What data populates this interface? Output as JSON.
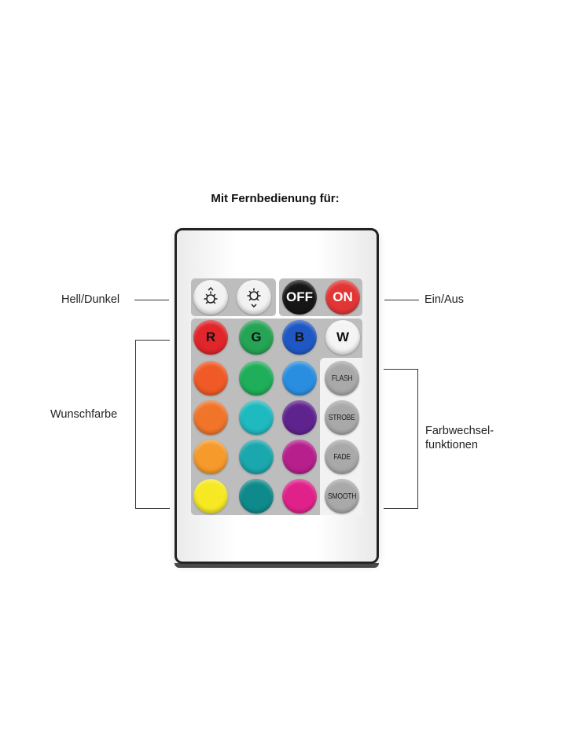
{
  "title": "Mit Fernbedienung für:",
  "callouts": {
    "brightness": "Hell/Dunkel",
    "power": "Ein/Aus",
    "color": "Wunschfarbe",
    "effects_line1": "Farbwechsel-",
    "effects_line2": "funktionen"
  },
  "top_row": [
    {
      "label": "",
      "icon": "brightness-up-icon",
      "color": "#f2f2f2"
    },
    {
      "label": "",
      "icon": "brightness-down-icon",
      "color": "#f2f2f2"
    },
    {
      "label": "OFF",
      "color": "#161616",
      "text_color": "#ffffff"
    },
    {
      "label": "ON",
      "color": "#e23636",
      "text_color": "#ffffff"
    }
  ],
  "rgbw_row": [
    {
      "label": "R",
      "color": "#e0262a"
    },
    {
      "label": "G",
      "color": "#25a455"
    },
    {
      "label": "B",
      "color": "#1f58c4"
    },
    {
      "label": "W",
      "color": "#f4f4f4"
    }
  ],
  "color_grid": [
    [
      "#ef5a26",
      "#1fae59",
      "#2a8ee0"
    ],
    [
      "#f0752a",
      "#1fb9c0",
      "#5f238f"
    ],
    [
      "#f59a2b",
      "#1aa7ad",
      "#b61f8c"
    ],
    [
      "#f6e924",
      "#0f8a8c",
      "#e0218a"
    ]
  ],
  "effect_buttons": [
    {
      "label": "FLASH",
      "color": "#a9a9a9"
    },
    {
      "label": "STROBE",
      "color": "#a9a9a9"
    },
    {
      "label": "FADE",
      "color": "#a9a9a9"
    },
    {
      "label": "SMOOTH",
      "color": "#a9a9a9"
    }
  ]
}
